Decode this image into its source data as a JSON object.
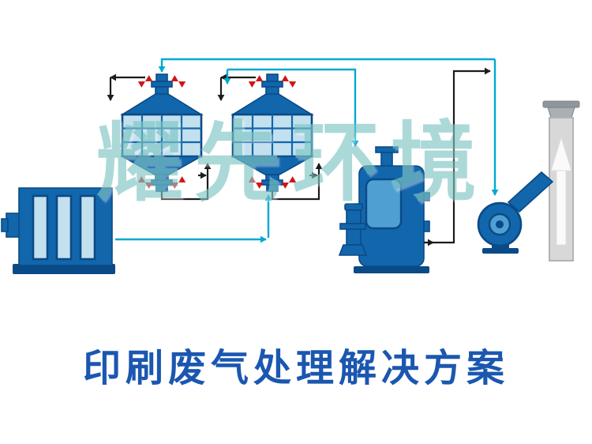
{
  "watermark": {
    "text": "耀先环境"
  },
  "title": {
    "text": "印刷废气处理解决方案"
  },
  "colors": {
    "equipment_blue": "#1266ab",
    "equipment_blue_dark": "#0a4a86",
    "equipment_blue_light": "#4f9fd3",
    "panel_light": "#c3e0ef",
    "valve_red": "#d01414",
    "line_black": "#1c1c1c",
    "line_cyan": "#00a9cf",
    "chimney_gray": "#d8d8d8",
    "chimney_cap_gray": "#8f979c",
    "title_blue": "#1b57b0",
    "watermark_teal": "#7fc6c4"
  },
  "equipment": [
    {
      "name": "adsorption-box"
    },
    {
      "name": "filter-hopper-1"
    },
    {
      "name": "filter-hopper-2"
    },
    {
      "name": "treatment-tank"
    },
    {
      "name": "centrifugal-fan"
    },
    {
      "name": "exhaust-chimney"
    }
  ]
}
